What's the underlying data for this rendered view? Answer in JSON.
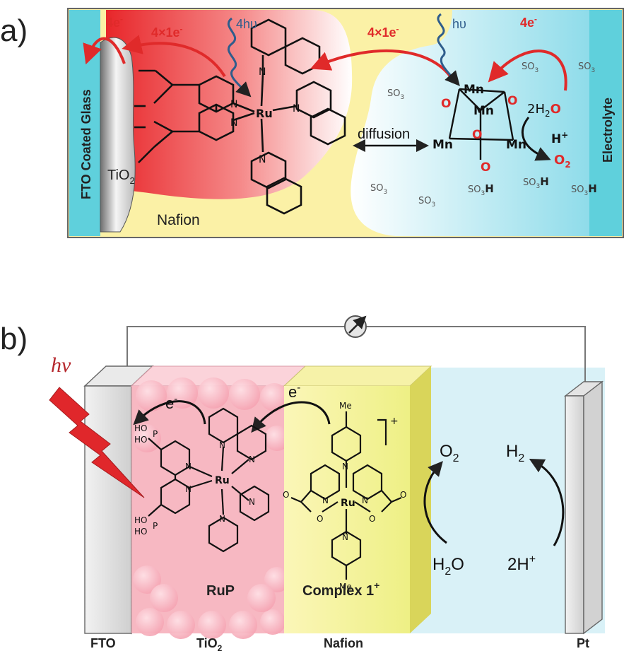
{
  "panel_a": {
    "label": "a)",
    "fto": "FTO Coated Glass",
    "electrolyte": "Electrolyte",
    "tio2": "TiO",
    "tio2_sub": "2",
    "nafion": "Nafion",
    "diffusion": "diffusion",
    "arrow_4e_left": "4e",
    "arrow_4x1e_left": "4×1e",
    "arrow_4x1e_right": "4×1e",
    "arrow_4e_right": "4e",
    "superscript_minus": "-",
    "hv_4": "4hυ",
    "hv_1": "hυ",
    "ru": "Ru",
    "n": "N",
    "o": "O",
    "mn": "Mn",
    "water": "2H",
    "water_sub": "2",
    "water_o": "O",
    "h_plus": "H",
    "plus": "+",
    "o2": "O",
    "o2_sub": "2",
    "so3": "SO",
    "so3_sub": "3",
    "so3_h": "H"
  },
  "panel_b": {
    "label": "b)",
    "hv": "hv",
    "e_left": "e",
    "e_right": "e",
    "minus": "-",
    "o2": "O",
    "o2_sub": "2",
    "h2": "H",
    "h2_sub": "2",
    "h2o": "H",
    "h2o_sub": "2",
    "h2o_o": "O",
    "two_h": "2H",
    "plus": "+",
    "rup": "RuP",
    "complex": "Complex 1",
    "complex_sup": "+",
    "charge": "+",
    "me": "Me",
    "ru": "Ru",
    "n": "N",
    "o": "O",
    "p": "P",
    "ho": "HO",
    "fto": "FTO",
    "tio2": "TiO",
    "tio2_sub": "2",
    "nafion": "Nafion",
    "pt": "Pt"
  },
  "colors": {
    "red_arrow": "#e02a2a",
    "blue_wave": "#2f5d8c",
    "nafion_yellow": "#fbf1a6",
    "fto_cyan": "#5fd0dc",
    "tio2_pink": "#f7b8c2",
    "electrolyte_blue": "#d9f1f7"
  }
}
